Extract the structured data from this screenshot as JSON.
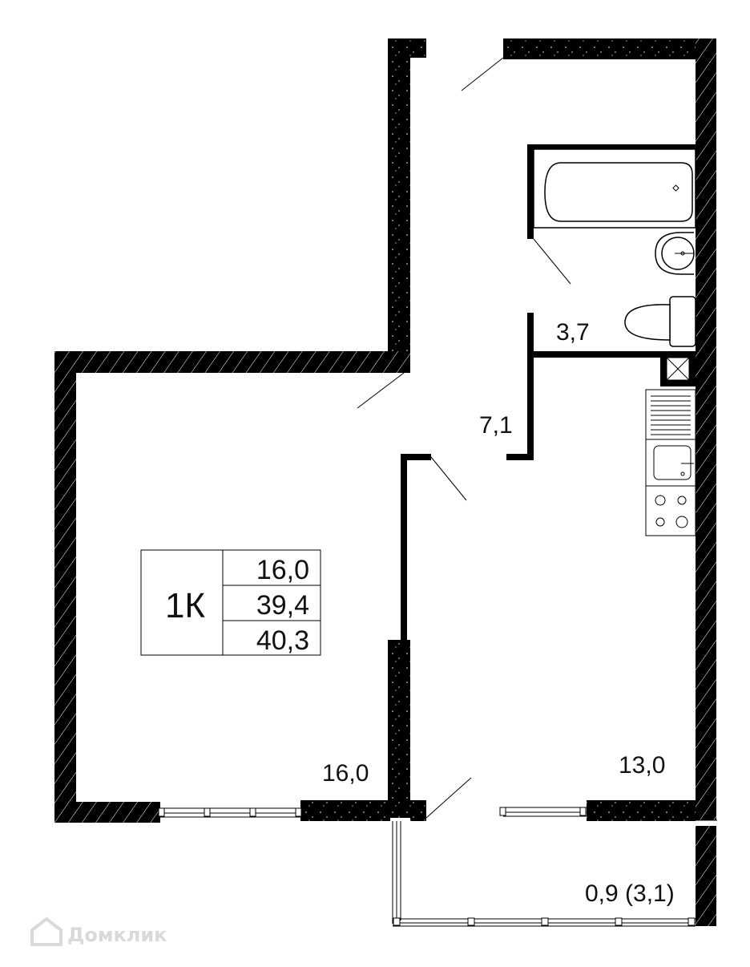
{
  "plan": {
    "apartment_type": "1К",
    "summary_areas": [
      "16,0",
      "39,4",
      "40,3"
    ],
    "rooms": [
      {
        "id": "bathroom",
        "area": "3,7"
      },
      {
        "id": "hallway",
        "area": "7,1"
      },
      {
        "id": "living-room",
        "area": "16,0"
      },
      {
        "id": "kitchen",
        "area": "13,0"
      },
      {
        "id": "balcony",
        "area": "0,9 (3,1)"
      }
    ]
  },
  "watermark": {
    "text": "Домклик"
  }
}
